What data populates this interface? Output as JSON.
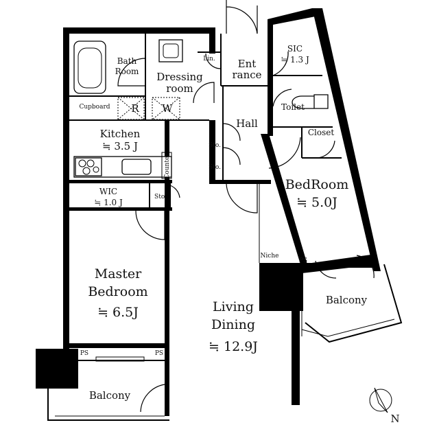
{
  "rooms": {
    "bath": [
      "Bath",
      "Room"
    ],
    "dressing": [
      "Dressing",
      "room"
    ],
    "linen": "Lin.",
    "entrance": [
      "Ent",
      "rance"
    ],
    "sic": [
      "SIC",
      "≒ 1.3 J"
    ],
    "cupboard": "Cupboard",
    "r_mark": "R",
    "w_mark": "W",
    "toilet": "Toilet",
    "hall": "Hall",
    "closet": "Closet",
    "kitchen": [
      "Kitchen",
      "≒ 3.5 J"
    ],
    "counter": "Counter",
    "storage_a": "Sto.",
    "storage_b": "Sto.",
    "storage_c": "Sto.",
    "bedroom": [
      "BedRoom",
      "≒ 5.0J"
    ],
    "wic": [
      "WIC",
      "≒ 1.0 J"
    ],
    "niche": "Niche",
    "ps_right": "PS",
    "master": [
      "Master",
      "Bedroom",
      "≒ 6.5J"
    ],
    "living": [
      "Living",
      "Dining",
      "≒ 12.9J"
    ],
    "balcony_right": "Balcony",
    "ps_left_a": "PS",
    "ps_left_b": "PS",
    "balcony_bottom": "Balcony",
    "north": "N"
  }
}
